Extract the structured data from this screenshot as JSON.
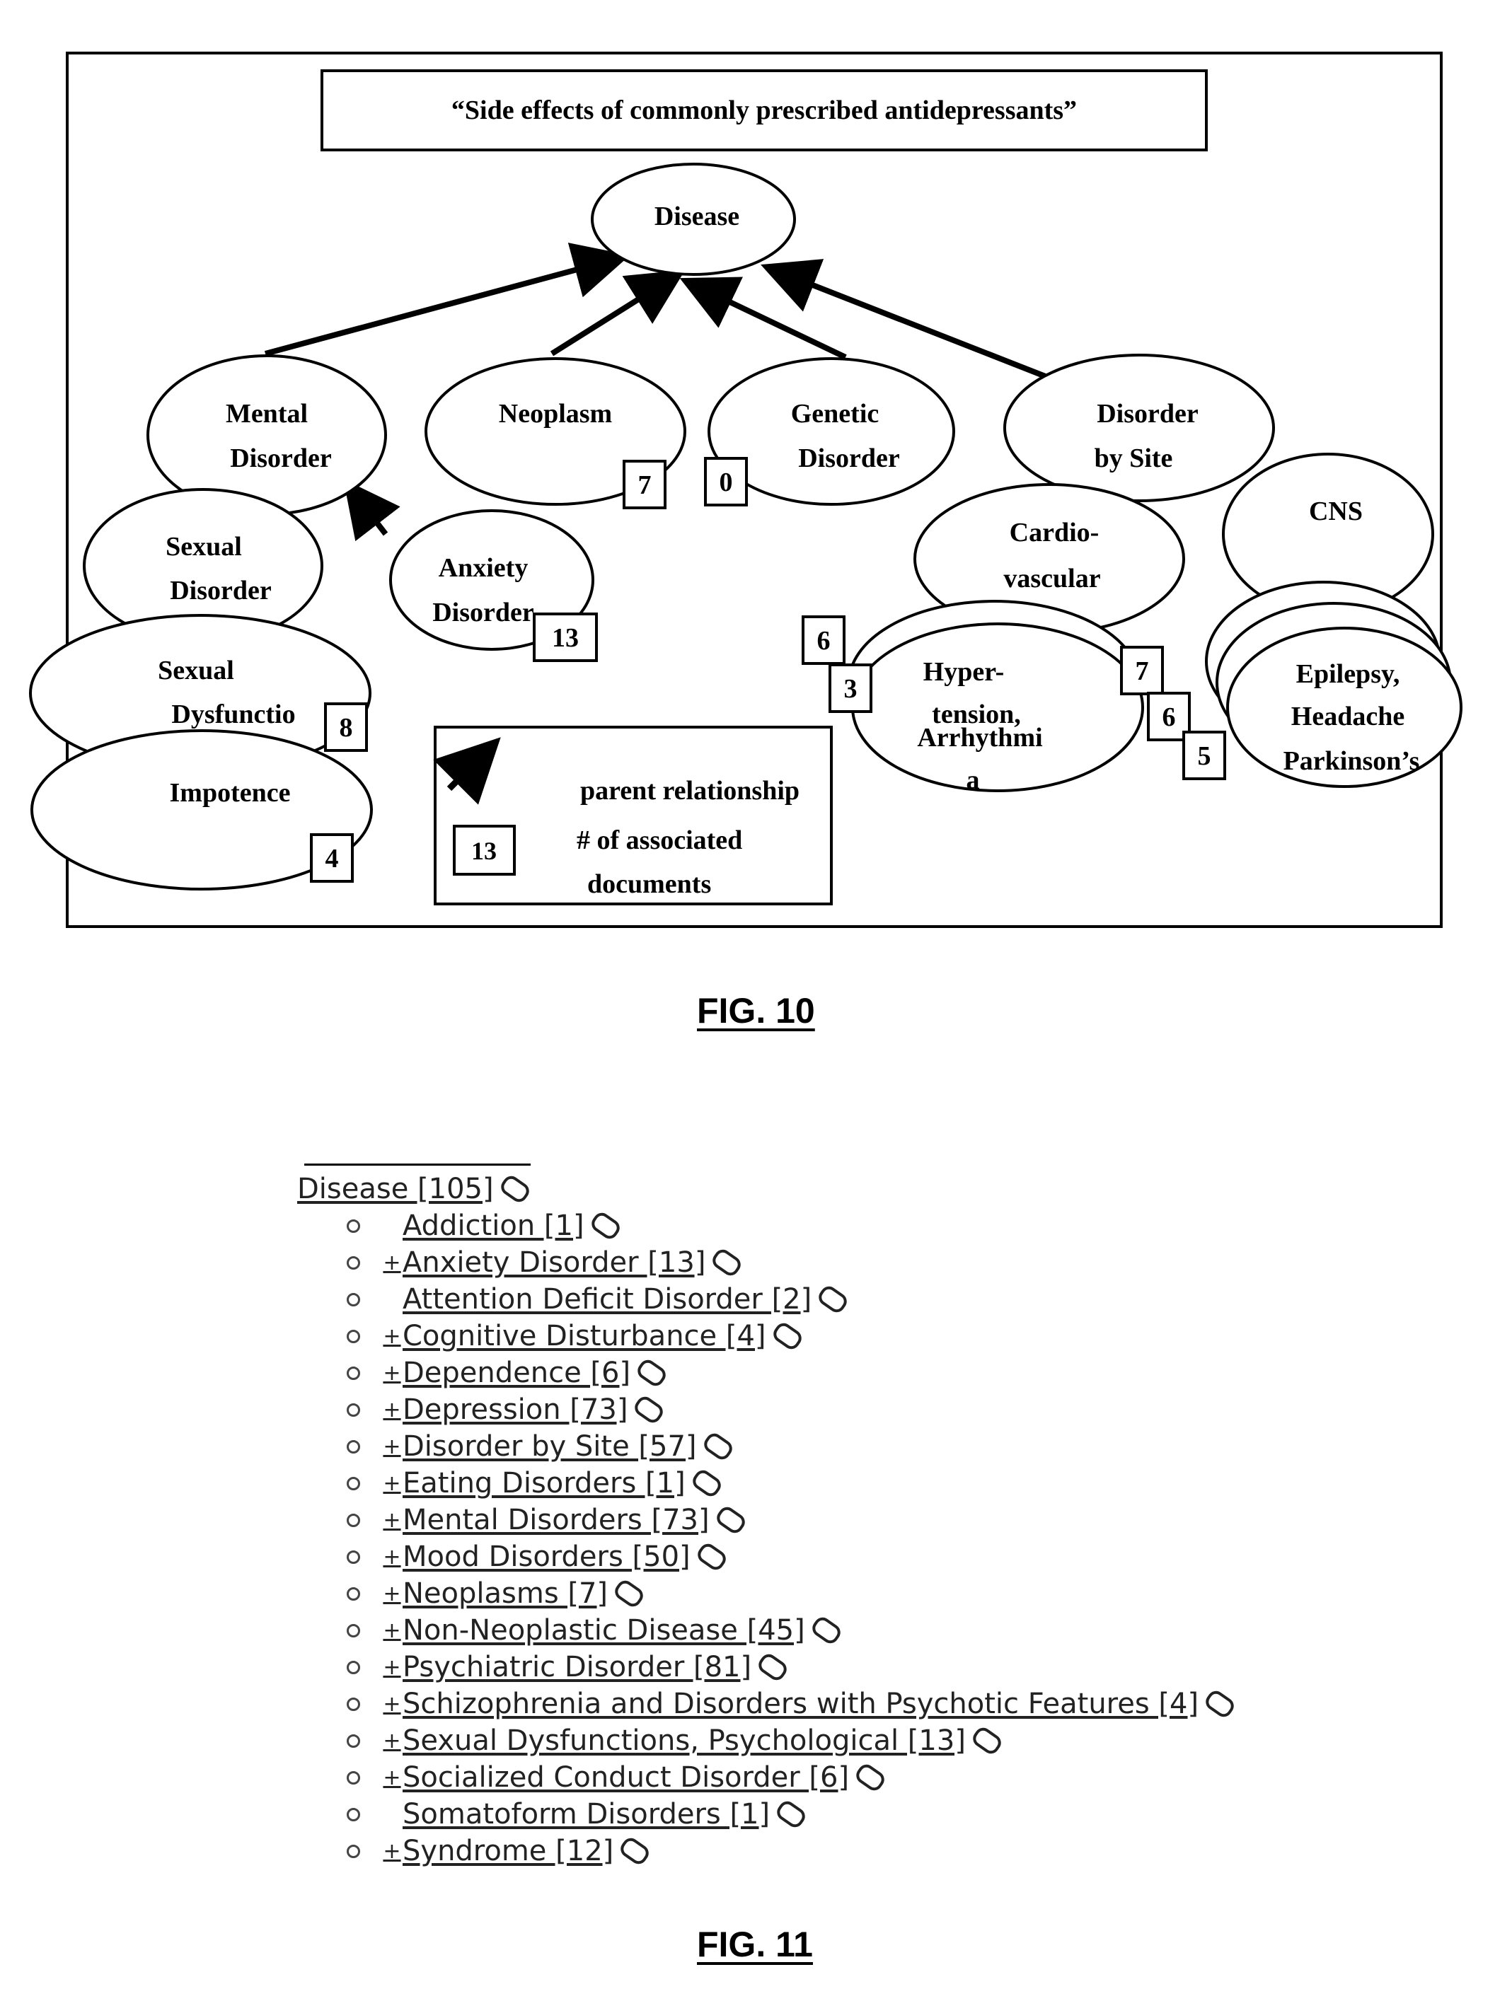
{
  "fig10": {
    "caption": "FIG. 10",
    "query": "“Side effects of commonly prescribed antidepressants”",
    "nodes": {
      "disease": "Disease",
      "mental_disorder": [
        "Mental",
        "Disorder"
      ],
      "neoplasm": "Neoplasm",
      "genetic_disorder": [
        "Genetic",
        "Disorder"
      ],
      "disorder_by_site": [
        "Disorder",
        "by Site"
      ],
      "sexual_disorder": [
        "Sexual",
        "Disorder"
      ],
      "anxiety_disorder": [
        "Anxiety",
        "Disorder"
      ],
      "cardiovascular": [
        "Cardio-",
        "vascular"
      ],
      "cns": "CNS",
      "sexual_dysfunction": [
        "Sexual",
        "Dysfunctio"
      ],
      "hypertension": [
        "Hyper-",
        "tension,",
        "Arrhythmi",
        "a"
      ],
      "epilepsy": [
        "Epilepsy,",
        "Headache",
        "Parkinson’s"
      ],
      "impotence": "Impotence"
    },
    "counts": {
      "neoplasm": "7",
      "genetic_disorder": "0",
      "anxiety_disorder": "13",
      "hypertension_a": "6",
      "hypertension_b": "3",
      "cns_a": "7",
      "cns_b": "6",
      "cns_c": "5",
      "sexual_dysfunction": "8",
      "impotence": "4"
    },
    "legend": {
      "arrow_label": "parent relationship",
      "count_sample": "13",
      "count_label": [
        "# of associated",
        "documents"
      ]
    }
  },
  "fig11": {
    "caption": "FIG. 11",
    "root": {
      "label": "Disease [105]"
    },
    "items": [
      {
        "expander": "",
        "label": "Addiction [1]"
      },
      {
        "expander": "+",
        "label": "Anxiety Disorder [13]"
      },
      {
        "expander": "",
        "label": "Attention Deficit Disorder [2]"
      },
      {
        "expander": "+",
        "label": "Cognitive Disturbance [4]"
      },
      {
        "expander": "+",
        "label": "Dependence [6]"
      },
      {
        "expander": "+",
        "label": "Depression [73]"
      },
      {
        "expander": "+",
        "label": "Disorder by Site [57]"
      },
      {
        "expander": "+",
        "label": "Eating Disorders [1]"
      },
      {
        "expander": "+",
        "label": "Mental Disorders [73]"
      },
      {
        "expander": "+",
        "label": "Mood Disorders [50]"
      },
      {
        "expander": "+",
        "label": "Neoplasms [7]"
      },
      {
        "expander": "+",
        "label": "Non-Neoplastic Disease [45]"
      },
      {
        "expander": "+",
        "label": "Psychiatric Disorder [81]"
      },
      {
        "expander": "+",
        "label": "Schizophrenia and Disorders with Psychotic Features [4]"
      },
      {
        "expander": "+",
        "label": "Sexual Dysfunctions, Psychological [13]"
      },
      {
        "expander": "+",
        "label": "Socialized Conduct Disorder [6]"
      },
      {
        "expander": "",
        "label": "Somatoform Disorders [1]"
      },
      {
        "expander": "+",
        "label": "Syndrome [12]"
      }
    ]
  }
}
